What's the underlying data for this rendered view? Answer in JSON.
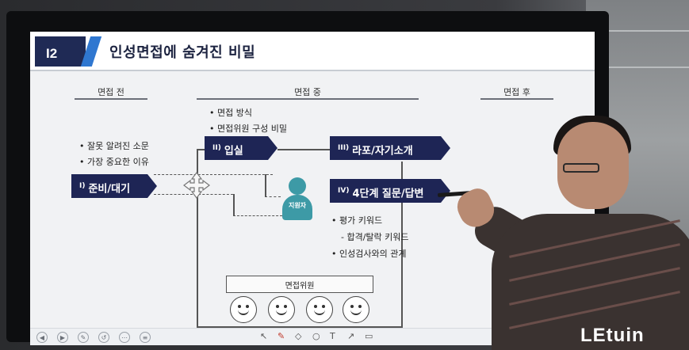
{
  "slide": {
    "number": "I2",
    "title": "인성면접에 숨겨진 비밀"
  },
  "sections": {
    "before": "면접 전",
    "during": "면접 중",
    "after": "면접 후"
  },
  "before_bullets": [
    "• 잘못 알려진 소문",
    "• 가장 중요한 이유"
  ],
  "during_bullets": [
    "• 면접 방식",
    "• 면접위원 구성 비밀"
  ],
  "boxes": {
    "prepare": {
      "roman": "I)",
      "label": "준비/대기"
    },
    "enter": {
      "roman": "II)",
      "label": "입실"
    },
    "rapport": {
      "roman": "III)",
      "label": "라포/자기소개"
    },
    "qa": {
      "roman": "IV)",
      "label": "4단계 질문/답변"
    }
  },
  "applicant_label": "지원자",
  "qa_bullets": [
    "• 평가 키워드",
    "- 합격/탈락 키워드",
    "• 인성검사와의 관계"
  ],
  "interviewer_label": "면접위원",
  "logo": "LEtuin",
  "icons": [
    "prev-icon",
    "next-icon",
    "pen-circle-icon",
    "undo-icon",
    "more-icon",
    "menu-icon",
    "pointer-icon",
    "pen-icon",
    "eraser-icon",
    "search-icon",
    "text-icon",
    "share-icon",
    "screen-icon"
  ]
}
